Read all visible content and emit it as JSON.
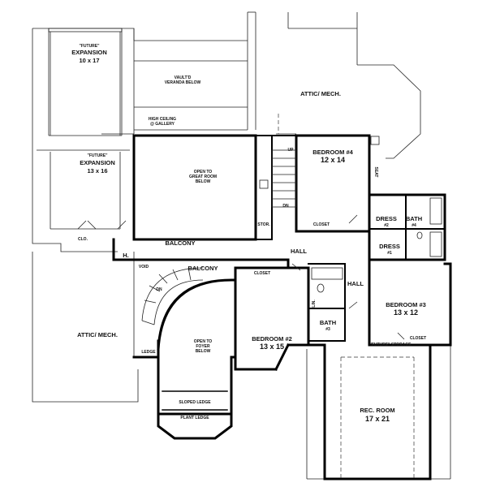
{
  "rooms": {
    "future_expansion_1": {
      "tag": "\"FUTURE\"",
      "name": "EXPANSION",
      "size": "10 x 17"
    },
    "future_expansion_2": {
      "tag": "\"FUTURE\"",
      "name": "EXPANSION",
      "size": "13 x 16"
    },
    "vault_veranda": {
      "line1": "VAULT'D",
      "line2": "VERANDA BELOW"
    },
    "attic_mech_top": "ATTIC/ MECH.",
    "attic_mech_left": "ATTIC/ MECH.",
    "high_ceiling": {
      "line1": "HIGH CEILING",
      "line2": "@ GALLERY"
    },
    "open_great_room": {
      "line1": "OPEN TO",
      "line2": "GREAT ROOM",
      "line3": "BELOW"
    },
    "open_foyer": {
      "line1": "OPEN TO",
      "line2": "FOYER",
      "line3": "BELOW"
    },
    "bedroom4": {
      "name": "BEDROOM #4",
      "size": "12 x 14"
    },
    "bedroom3": {
      "name": "BEDROOM #3",
      "size": "13 x 12"
    },
    "bedroom2": {
      "name": "BEDROOM #2",
      "size": "13 x 15"
    },
    "rec_room": {
      "name": "REC. ROOM",
      "size": "17 x 21"
    },
    "dress2": {
      "name": "DRESS",
      "num": "#2"
    },
    "dress1": {
      "name": "DRESS",
      "num": "#1"
    },
    "bath4": {
      "name": "BATH",
      "num": "#4"
    },
    "bath3": {
      "name": "BATH",
      "num": "#3"
    },
    "balcony_main": "BALCONY",
    "balcony_lower": "BALCONY",
    "hall_upper": "HALL",
    "hall_lower": "HALL",
    "closet_b4": "CLOSET",
    "closet_b2": "CLOSET",
    "closet_b3": "CLOSET",
    "clo": "CLO.",
    "h_label": "H.",
    "void": "VOID",
    "ledge": "LEDGE",
    "sloped_ledge": "SLOPED LEDGE",
    "plant_ledge": "PLANT LEDGE",
    "stor": "STOR.",
    "seat": "SEAT",
    "up": "UP",
    "dn_stair": "DN",
    "dn_top": "DN",
    "lin": "LIN.",
    "future_storage": "\"FUTURE\" STORAGE"
  }
}
